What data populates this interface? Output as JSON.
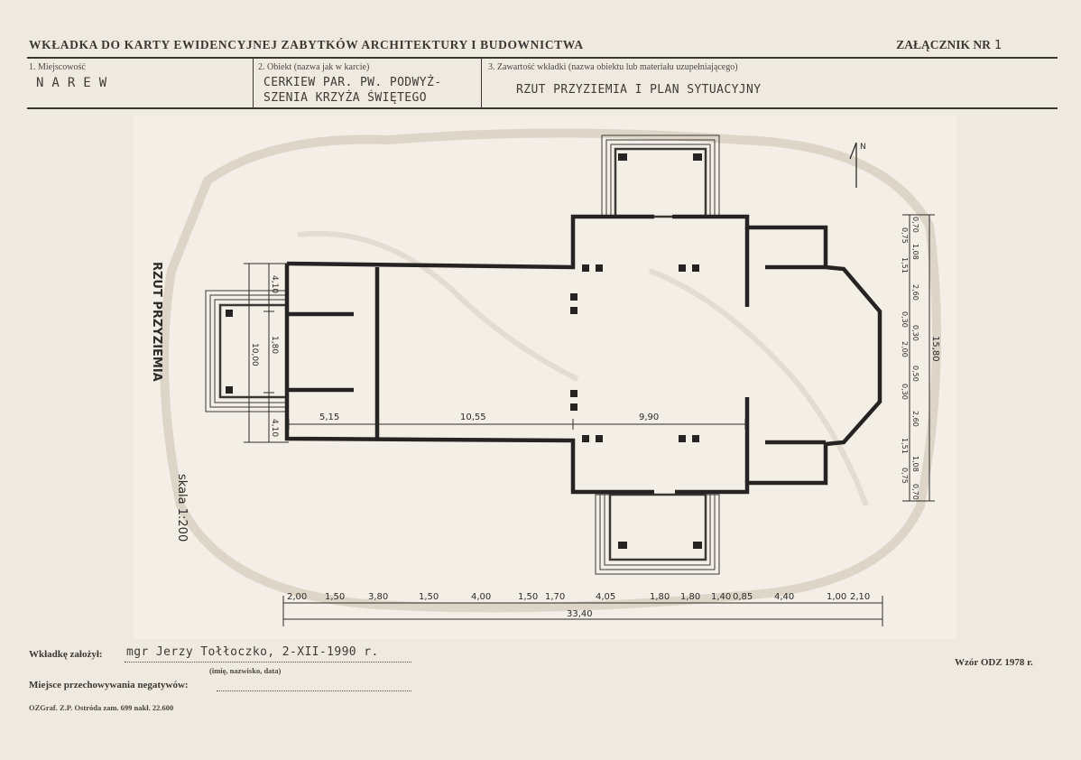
{
  "header": {
    "title": "WKŁADKA DO KARTY EWIDENCYJNEJ ZABYTKÓW ARCHITEKTURY I BUDOWNICTWA",
    "annex_label": "ZAŁĄCZNIK NR",
    "annex_number": "1"
  },
  "fields": {
    "locality": {
      "label": "1. Miejscowość",
      "value": "NAREW"
    },
    "object": {
      "label": "2. Obiekt (nazwa jak w karcie)",
      "value_line1": "CERKIEW PAR. PW. PODWYŻ-",
      "value_line2": "SZENIA KRZYŻA ŚWIĘTEGO"
    },
    "content": {
      "label": "3. Zawartość wkładki (nazwa obiektu lub materiału uzupełniającego)",
      "value": "RZUT PRZYZIEMIA I PLAN SYTUACYJNY"
    }
  },
  "drawing": {
    "caption": "RZUT PRZYZIEMIA",
    "scale": "skala 1:200",
    "north": "N",
    "dims_bottom": [
      "2,00",
      "1,50",
      "3,80",
      "1,50",
      "4,00",
      "1,50",
      "1,70",
      "4,05",
      "1,80",
      "1,80",
      "1,40",
      "0,85",
      "4,40",
      "1,00",
      "2,10"
    ],
    "total_bottom": "33,40",
    "dims_inner": [
      "5,15",
      "10,55",
      "9,90"
    ],
    "dims_left": [
      "4,10",
      "1,80",
      "10,00",
      "4,10"
    ],
    "dims_right": [
      "0,70",
      "0,75",
      "1,08",
      "1,51",
      "2,60",
      "0,30",
      "0,30",
      "2,00",
      "0,50",
      "0,30",
      "2,60",
      "1,51",
      "1,08",
      "0,75",
      "0,70"
    ],
    "total_right": "15,80"
  },
  "footer": {
    "founded_label": "Wkładkę założył:",
    "founded_value": "mgr Jerzy Tołłoczko, 2-XII-1990 r.",
    "founded_hint": "(imię, nazwisko, data)",
    "negative_label": "Miejsce przechowywania negatywów:",
    "print_info": "OZGraf. Z.P. Ostróda zam. 699 nakł. 22.600",
    "form_model": "Wzór ODZ 1978 r."
  }
}
